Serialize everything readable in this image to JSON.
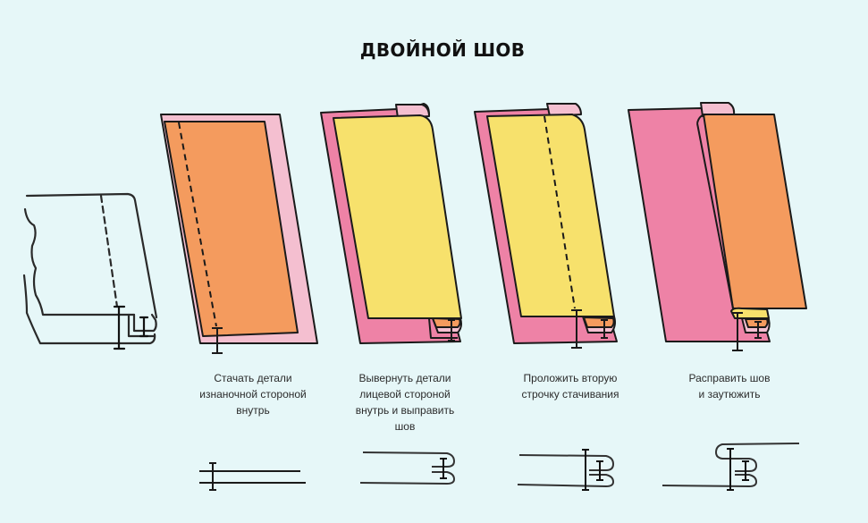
{
  "title": "ДВОЙНОЙ ШОВ",
  "colors": {
    "background": "#e6f7f8",
    "light_pink": "#f4bfd0",
    "dark_pink": "#ee82a6",
    "orange": "#f49b5e",
    "yellow": "#f7e16c",
    "outline": "#1a1a1a"
  },
  "steps": [
    {
      "id": 1,
      "caption_lines": [
        "Стачать детали",
        "изнаночной стороной",
        "внутрь"
      ]
    },
    {
      "id": 2,
      "caption_lines": [
        "Вывернуть детали",
        "лицевой стороной",
        "внутрь и выправить",
        "шов"
      ]
    },
    {
      "id": 3,
      "caption_lines": [
        "Проложить вторую",
        "строчку стачивания"
      ]
    },
    {
      "id": 4,
      "caption_lines": [
        "Расправить шов",
        "и заутюжить"
      ]
    }
  ]
}
